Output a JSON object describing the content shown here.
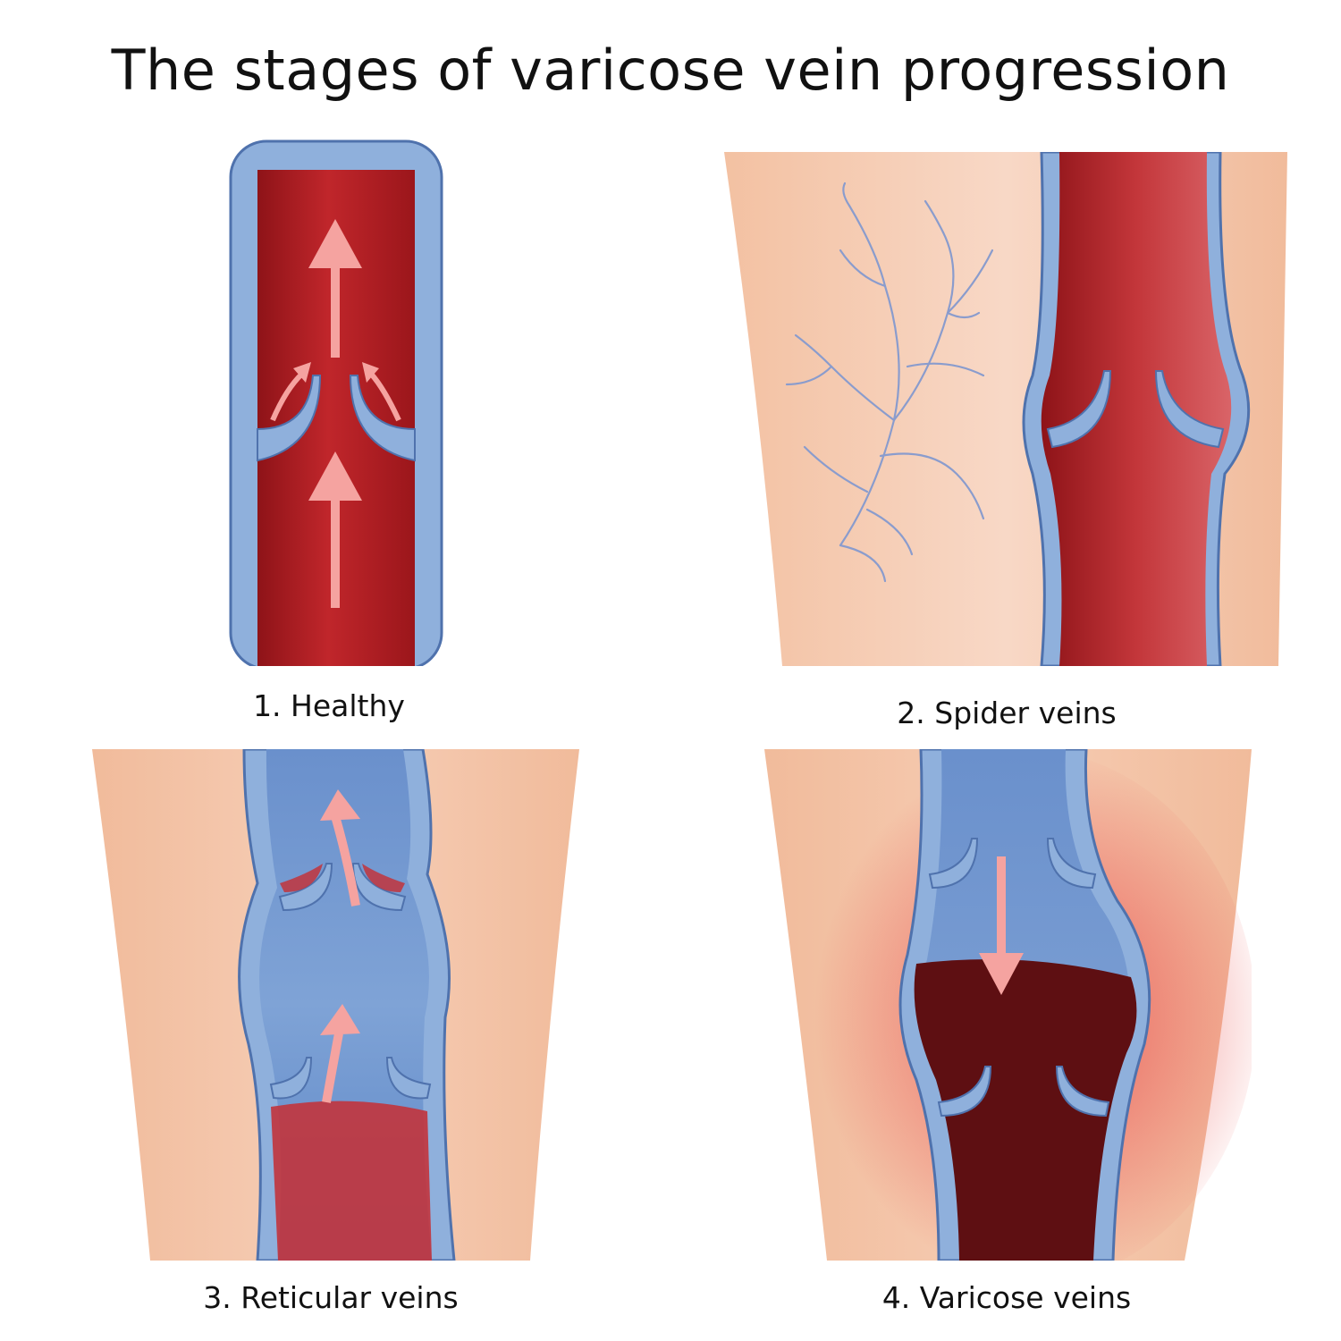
{
  "title": "The stages of varicose vein progression",
  "stages": [
    {
      "label": "1. Healthy"
    },
    {
      "label": "2. Spider veins"
    },
    {
      "label": "3. Reticular veins"
    },
    {
      "label": "4. Varicose veins"
    }
  ],
  "colors": {
    "vein_wall": "#7f9fce",
    "vein_wall_edge": "#4f72ad",
    "blood": "#b31e24",
    "blood_dark": "#5e0f12",
    "deoxygenated": "#5d85c4",
    "skin": "#f4c4a6",
    "arrow": "#f5a3a0",
    "inflammation": "#ea6a66"
  },
  "icons": [
    "flow-arrow-icon",
    "valve-icon",
    "spider-vein-icon"
  ]
}
